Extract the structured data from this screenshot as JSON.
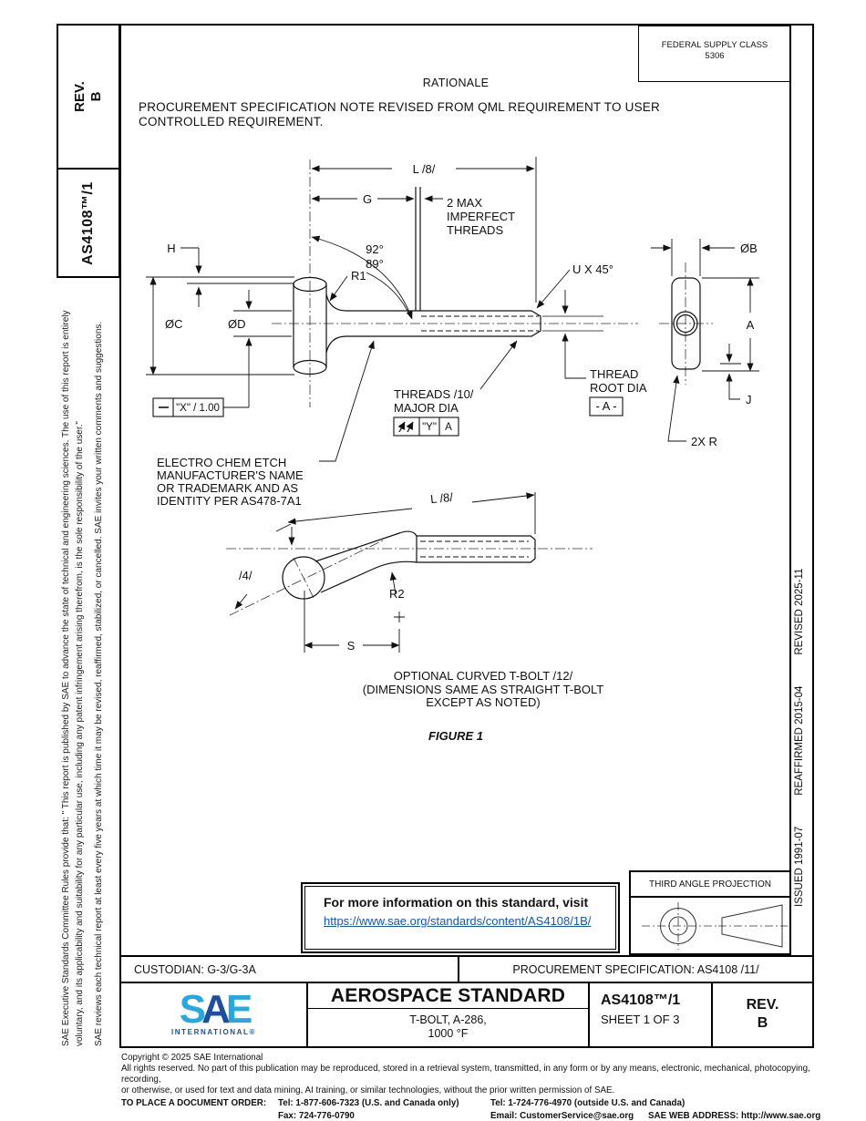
{
  "header": {
    "rev_label": "REV.\nB",
    "doc_number": "AS4108™/1",
    "fsc_title": "FEDERAL SUPPLY CLASS",
    "fsc_code": "5306",
    "rationale_title": "RATIONALE",
    "rationale_note": "PROCUREMENT SPECIFICATION NOTE REVISED FROM QML REQUIREMENT TO USER CONTROLLED REQUIREMENT."
  },
  "sidebar_left": {
    "disclaimer1": "SAE Executive Standards Committee Rules provide that: \" This report is published by SAE to advance the state of technical and engineering sciences. The use of this report is entirely voluntary, and its applicability and suitability for any particular use, including any patent infringement arising therefrom, is the sole responsibility of the user.\"",
    "disclaimer2": "SAE reviews each technical report at least every five years at which time it may be revised, reaffirmed, stabilized, or cancelled. SAE invites your written comments and suggestions."
  },
  "sidebar_right": {
    "issued": "ISSUED 1991-07",
    "reaffirmed": "REAFFIRMED 2015-04",
    "revised": "REVISED 2025-11"
  },
  "figure": {
    "labels": {
      "l_dim": "L /8/",
      "g_dim": "G",
      "imperfect_1": "2 MAX",
      "imperfect_2": "IMPERFECT",
      "imperfect_3": "THREADS",
      "angle_upper": "92°",
      "angle_lower": "89°",
      "r1": "R1",
      "h_dim": "H",
      "dia_c": "ØC",
      "dia_d": "ØD",
      "chamfer": "U X 45°",
      "dia_b": "ØB",
      "a_dim": "A",
      "j_dim": "J",
      "rad_2x": "2X R",
      "thread_root_1": "THREAD",
      "thread_root_2": "ROOT DIA",
      "datum_a": "- A -",
      "threads_1": "THREADS /10/",
      "threads_2": "MAJOR DIA",
      "fcf_straight_value": "\"X\" / 1.00",
      "fcf_runout_value": "\"Y\"",
      "fcf_runout_datum": "A",
      "etch_1": "ELECTRO CHEM ETCH",
      "etch_2": "MANUFACTURER'S NAME",
      "etch_3": "OR TRADEMARK AND AS",
      "etch_4": "IDENTITY PER AS478-7A1",
      "l_dim_curved": "L /8/",
      "bend_ref": "/4/",
      "r2": "R2",
      "s_dim": "S"
    },
    "caption_1": "OPTIONAL CURVED  T-BOLT  /12/",
    "caption_2": "(DIMENSIONS SAME AS STRAIGHT T-BOLT",
    "caption_3": "EXCEPT AS NOTED)",
    "figure_label": "FIGURE 1"
  },
  "info_box": {
    "line1": "For more information on this standard, visit",
    "link": "https://www.sae.org/standards/content/AS4108/1B/"
  },
  "projection": {
    "title": "THIRD ANGLE PROJECTION"
  },
  "custodian_row": {
    "custodian": "CUSTODIAN: G-3/G-3A",
    "procurement": "PROCUREMENT SPECIFICATION: AS4108 /11/"
  },
  "title_block": {
    "logo_s": "S",
    "logo_a": "A",
    "logo_e": "E",
    "logo_sub": "INTERNATIONAL®",
    "title": "AEROSPACE STANDARD",
    "subtitle_1": "T-BOLT, A-286,",
    "subtitle_2": "1000 °F",
    "doc_number": "AS4108™/1",
    "sheet": "SHEET 1 OF 3",
    "rev_label": "REV.",
    "rev_value": "B"
  },
  "footer": {
    "copyright": "Copyright © 2025 SAE International",
    "rights_1": "All rights reserved. No part of this publication may be reproduced, stored in a retrieval system, transmitted, in any form or by any means, electronic, mechanical, photocopying, recording,",
    "rights_2": "or otherwise, or used for text and data mining, AI training, or similar technologies, without the prior written permission of SAE.",
    "order_label": "TO PLACE A DOCUMENT ORDER:",
    "tel_1": "Tel: 1-877-606-7323 (U.S. and Canada only)",
    "tel_2": "Tel: 1-724-776-4970 (outside U.S. and Canada)",
    "fax": "Fax: 724-776-0790",
    "email": "Email: CustomerService@sae.org",
    "web": "SAE WEB ADDRESS: http://www.sae.org"
  },
  "colors": {
    "logo_light_blue": "#29A8E0",
    "logo_dark_blue": "#1D4F9E",
    "link_blue": "#1155CC"
  }
}
